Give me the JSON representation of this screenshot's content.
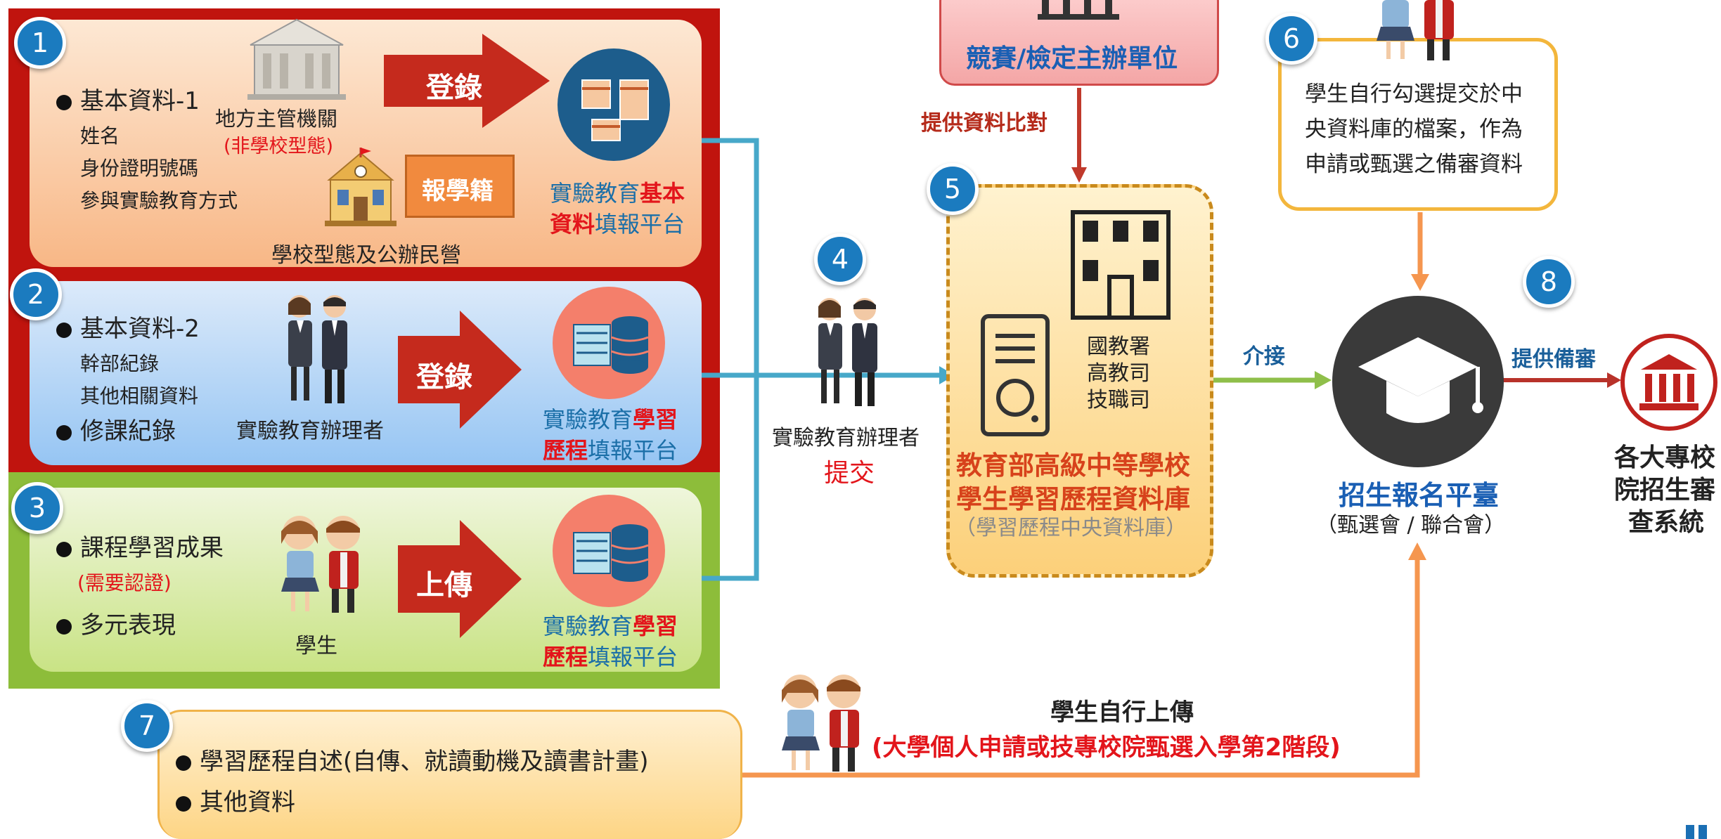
{
  "colors": {
    "dark_red": "#c0140e",
    "green_bg": "#8dbd3a",
    "teal_line": "#47a8c9",
    "orange_line": "#f5964f",
    "circle_blue": "#1b7bbf",
    "panel_blue_text": "#1b6fa8",
    "highlight_red": "#e3151b",
    "arrow_red": "#c52a1d"
  },
  "step1": {
    "number": "1",
    "title": "基本資料-1",
    "items": [
      "姓名",
      "身份證明號碼",
      "參與實驗教育方式"
    ],
    "authority_label": "地方主管機關",
    "authority_note": "(非學校型態)",
    "school_label": "學校型態及公辦民營",
    "action": "登錄",
    "report_label": "報學籍",
    "platform_pre": "實驗教育",
    "platform_hl": "基本資料",
    "platform_hl_a": "基本",
    "platform_hl_b": "資料",
    "platform_post": "填報平台",
    "icons": [
      "government-building-icon",
      "school-icon",
      "database-tables-icon"
    ]
  },
  "step2": {
    "number": "2",
    "title": "基本資料-2",
    "items": [
      "幹部紀錄",
      "其他相關資料"
    ],
    "title2": "修課紀錄",
    "person_label": "實驗教育辦理者",
    "action": "登錄",
    "platform_pre": "實驗教育",
    "platform_hl_a": "學習",
    "platform_hl_b": "歷程",
    "platform_post": "填報平台"
  },
  "step3": {
    "number": "3",
    "title": "課程學習成果",
    "note": "(需要認證)",
    "title2": "多元表現",
    "person_label": "學生",
    "action": "上傳",
    "platform_pre": "實驗教育",
    "platform_hl_a": "學習",
    "platform_hl_b": "歷程",
    "platform_post": "填報平台"
  },
  "step4": {
    "number": "4",
    "label": "實驗教育辦理者",
    "action": "提交"
  },
  "step5": {
    "number": "5",
    "agencies": [
      "國教署",
      "高教司",
      "技職司"
    ],
    "db_title_1": "教育部高級中等學校",
    "db_title_2": "學生學習歷程資料庫",
    "db_subtitle": "（學習歷程中央資料庫）",
    "contest_label": "競賽/檢定主辦單位",
    "compare_label": "提供資料比對"
  },
  "step6": {
    "number": "6",
    "lines": [
      "學生自行勾選提交於中",
      "央資料庫的檔案，作為",
      "申請或甄選之備審資料"
    ]
  },
  "step7": {
    "number": "7",
    "items": [
      "學習歷程自述(自傳、就讀動機及讀書計畫)",
      "其他資料"
    ],
    "upload_title": "學生自行上傳",
    "upload_note": "(大學個人申請或技專校院甄選入學第2階段)"
  },
  "step8": {
    "number": "8",
    "provide_label": "提供備審",
    "target_lines": [
      "各大專校",
      "院招生審",
      "查系統"
    ]
  },
  "platform": {
    "connect_label": "介接",
    "title": "招生報名平臺",
    "subtitle": "（甄選會 / 聯合會）"
  }
}
